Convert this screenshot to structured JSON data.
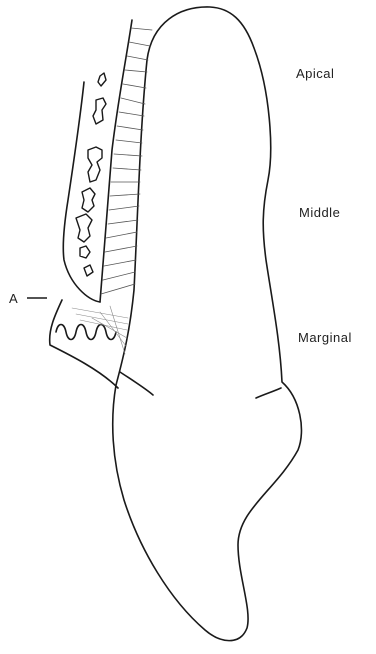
{
  "labels": {
    "apical": "Apical",
    "middle": "Middle",
    "marginal": "Marginal",
    "a": "A"
  }
}
